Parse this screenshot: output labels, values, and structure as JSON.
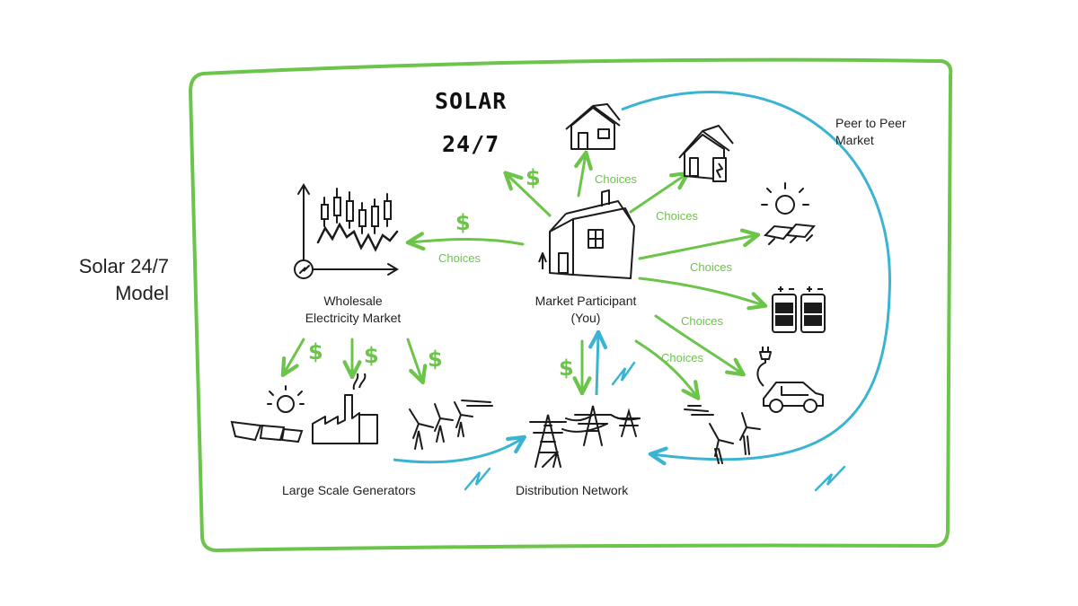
{
  "diagram": {
    "side_title_line1": "Solar 24/7",
    "side_title_line2": "Model",
    "brand_line1": "SOLAR",
    "brand_line2": "24/7",
    "peer_line1": "Peer to Peer",
    "peer_line2": "Market",
    "wholesale_line1": "Wholesale",
    "wholesale_line2": "Electricity Market",
    "participant_line1": "Market Participant",
    "participant_line2": "(You)",
    "generators": "Large Scale Generators",
    "network": "Distribution Network",
    "choices_label": "Choices",
    "dollar_label": "$"
  },
  "colors": {
    "frame": "#6cc44a",
    "money": "#6cc44a",
    "energy": "#3bb4d4",
    "ink": "#1b1b1b"
  }
}
